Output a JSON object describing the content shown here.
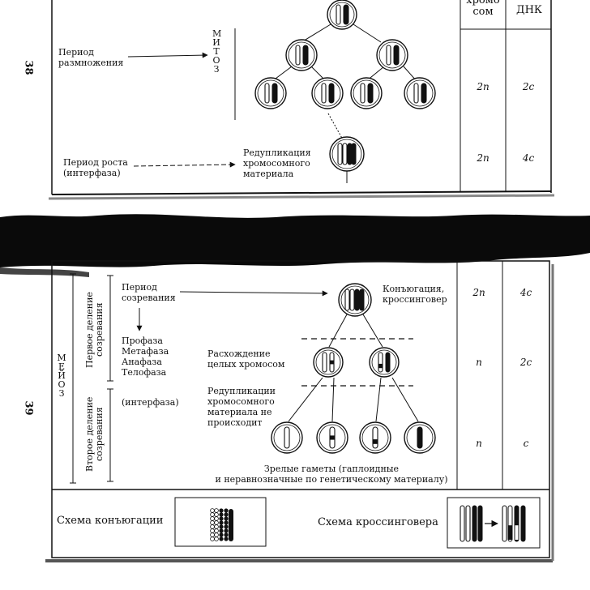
{
  "page_numbers": {
    "top": "38",
    "bottom": "39"
  },
  "table_headers": {
    "chromosomes_partial": "хромо\nсом",
    "dna_partial": "ДНК"
  },
  "top": {
    "mitosis_letters": "МИТОЗ",
    "reproduction_period": "Период\nразмножения",
    "growth_period": "Период роста\n(интерфаза)",
    "replication": "Редупликация\nхромосомного\nматериала",
    "rows": [
      {
        "chrom": "2n",
        "dna": "2c"
      },
      {
        "chrom": "2n",
        "dna": "4c"
      }
    ]
  },
  "bottom": {
    "meiosis_letters": "МЕЙОЗ",
    "first_division": "Первое деление\nсозревания",
    "second_division": "Второе деление\nсозревания",
    "maturation_period": "Период\nсозревания",
    "phases": [
      "Профаза",
      "Метафаза",
      "Анафаза",
      "Телофаза"
    ],
    "interphase": "(интерфаза)",
    "conjugation_crossing": "Конъюгация,\nкроссинговер",
    "segregation": "Расхождение\nцелых хромосом",
    "no_replication": "Редупликации\nхромосомного\nматериала не\nпроисходит",
    "mature_gametes": "Зрелые гаметы (гаплоидные\nи неравнозначные по генетическому материалу)",
    "rows": [
      {
        "chrom": "2n",
        "dna": "4c"
      },
      {
        "chrom": "n",
        "dna": "2c"
      },
      {
        "chrom": "n",
        "dna": "c"
      }
    ],
    "conjugation_scheme": "Схема конъюгации",
    "crossing_scheme": "Схема кроссинговера"
  }
}
